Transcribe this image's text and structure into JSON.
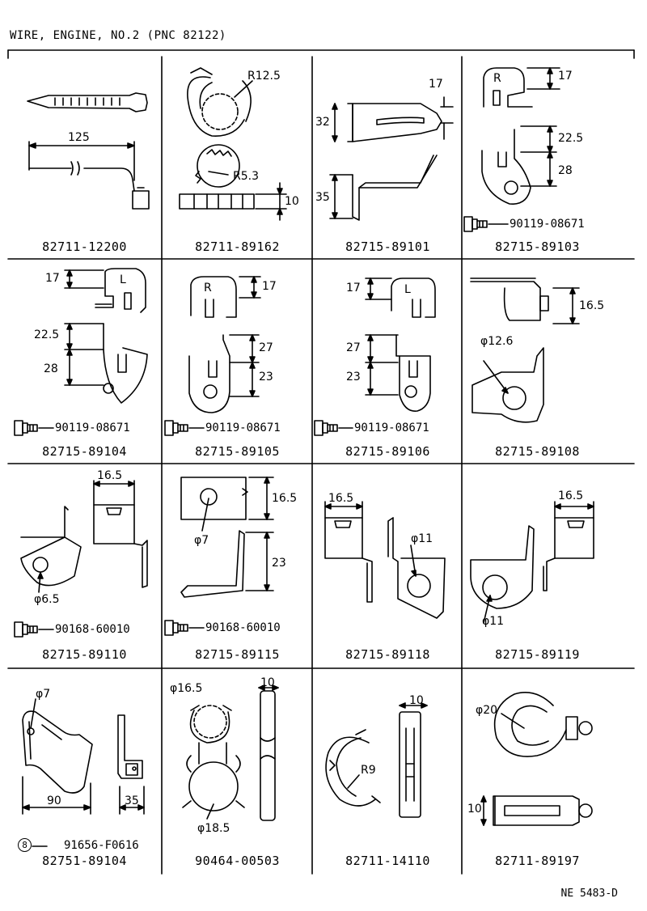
{
  "header": {
    "title": "WIRE, ENGINE, NO.2 (PNC 82122)"
  },
  "footer": {
    "drawing_code": "NE 5483-D"
  },
  "cells": [
    {
      "part": "82711-12200",
      "dims": [
        "125"
      ]
    },
    {
      "part": "82711-89162",
      "dims": [
        "R12.5",
        "R5.3",
        "10"
      ]
    },
    {
      "part": "82715-89101",
      "dims": [
        "17",
        "32",
        "35"
      ]
    },
    {
      "part": "82715-89103",
      "letter": "R",
      "dims": [
        "17",
        "22.5",
        "28"
      ],
      "bolt": "90119-08671"
    },
    {
      "part": "82715-89104",
      "letter": "L",
      "dims": [
        "17",
        "22.5",
        "28"
      ],
      "bolt": "90119-08671"
    },
    {
      "part": "82715-89105",
      "letter": "R",
      "dims": [
        "17",
        "27",
        "23"
      ],
      "bolt": "90119-08671"
    },
    {
      "part": "82715-89106",
      "letter": "L",
      "dims": [
        "17",
        "27",
        "23"
      ],
      "bolt": "90119-08671"
    },
    {
      "part": "82715-89108",
      "dims": [
        "16.5",
        "φ12.6"
      ]
    },
    {
      "part": "82715-89110",
      "dims": [
        "16.5",
        "φ6.5"
      ],
      "bolt": "90168-60010"
    },
    {
      "part": "82715-89115",
      "dims": [
        "16.5",
        "φ7",
        "23"
      ],
      "bolt": "90168-60010"
    },
    {
      "part": "82715-89118",
      "dims": [
        "16.5",
        "φ11"
      ]
    },
    {
      "part": "82715-89119",
      "dims": [
        "16.5",
        "φ11"
      ]
    },
    {
      "part": "82751-89104",
      "dims": [
        "φ7",
        "90",
        "35"
      ],
      "bolt": "91656-F0616",
      "bolt_marker": "8"
    },
    {
      "part": "90464-00503",
      "dims": [
        "φ16.5",
        "10",
        "φ18.5"
      ]
    },
    {
      "part": "82711-14110",
      "dims": [
        "10",
        "R9"
      ]
    },
    {
      "part": "82711-89197",
      "dims": [
        "φ20",
        "10"
      ]
    }
  ]
}
